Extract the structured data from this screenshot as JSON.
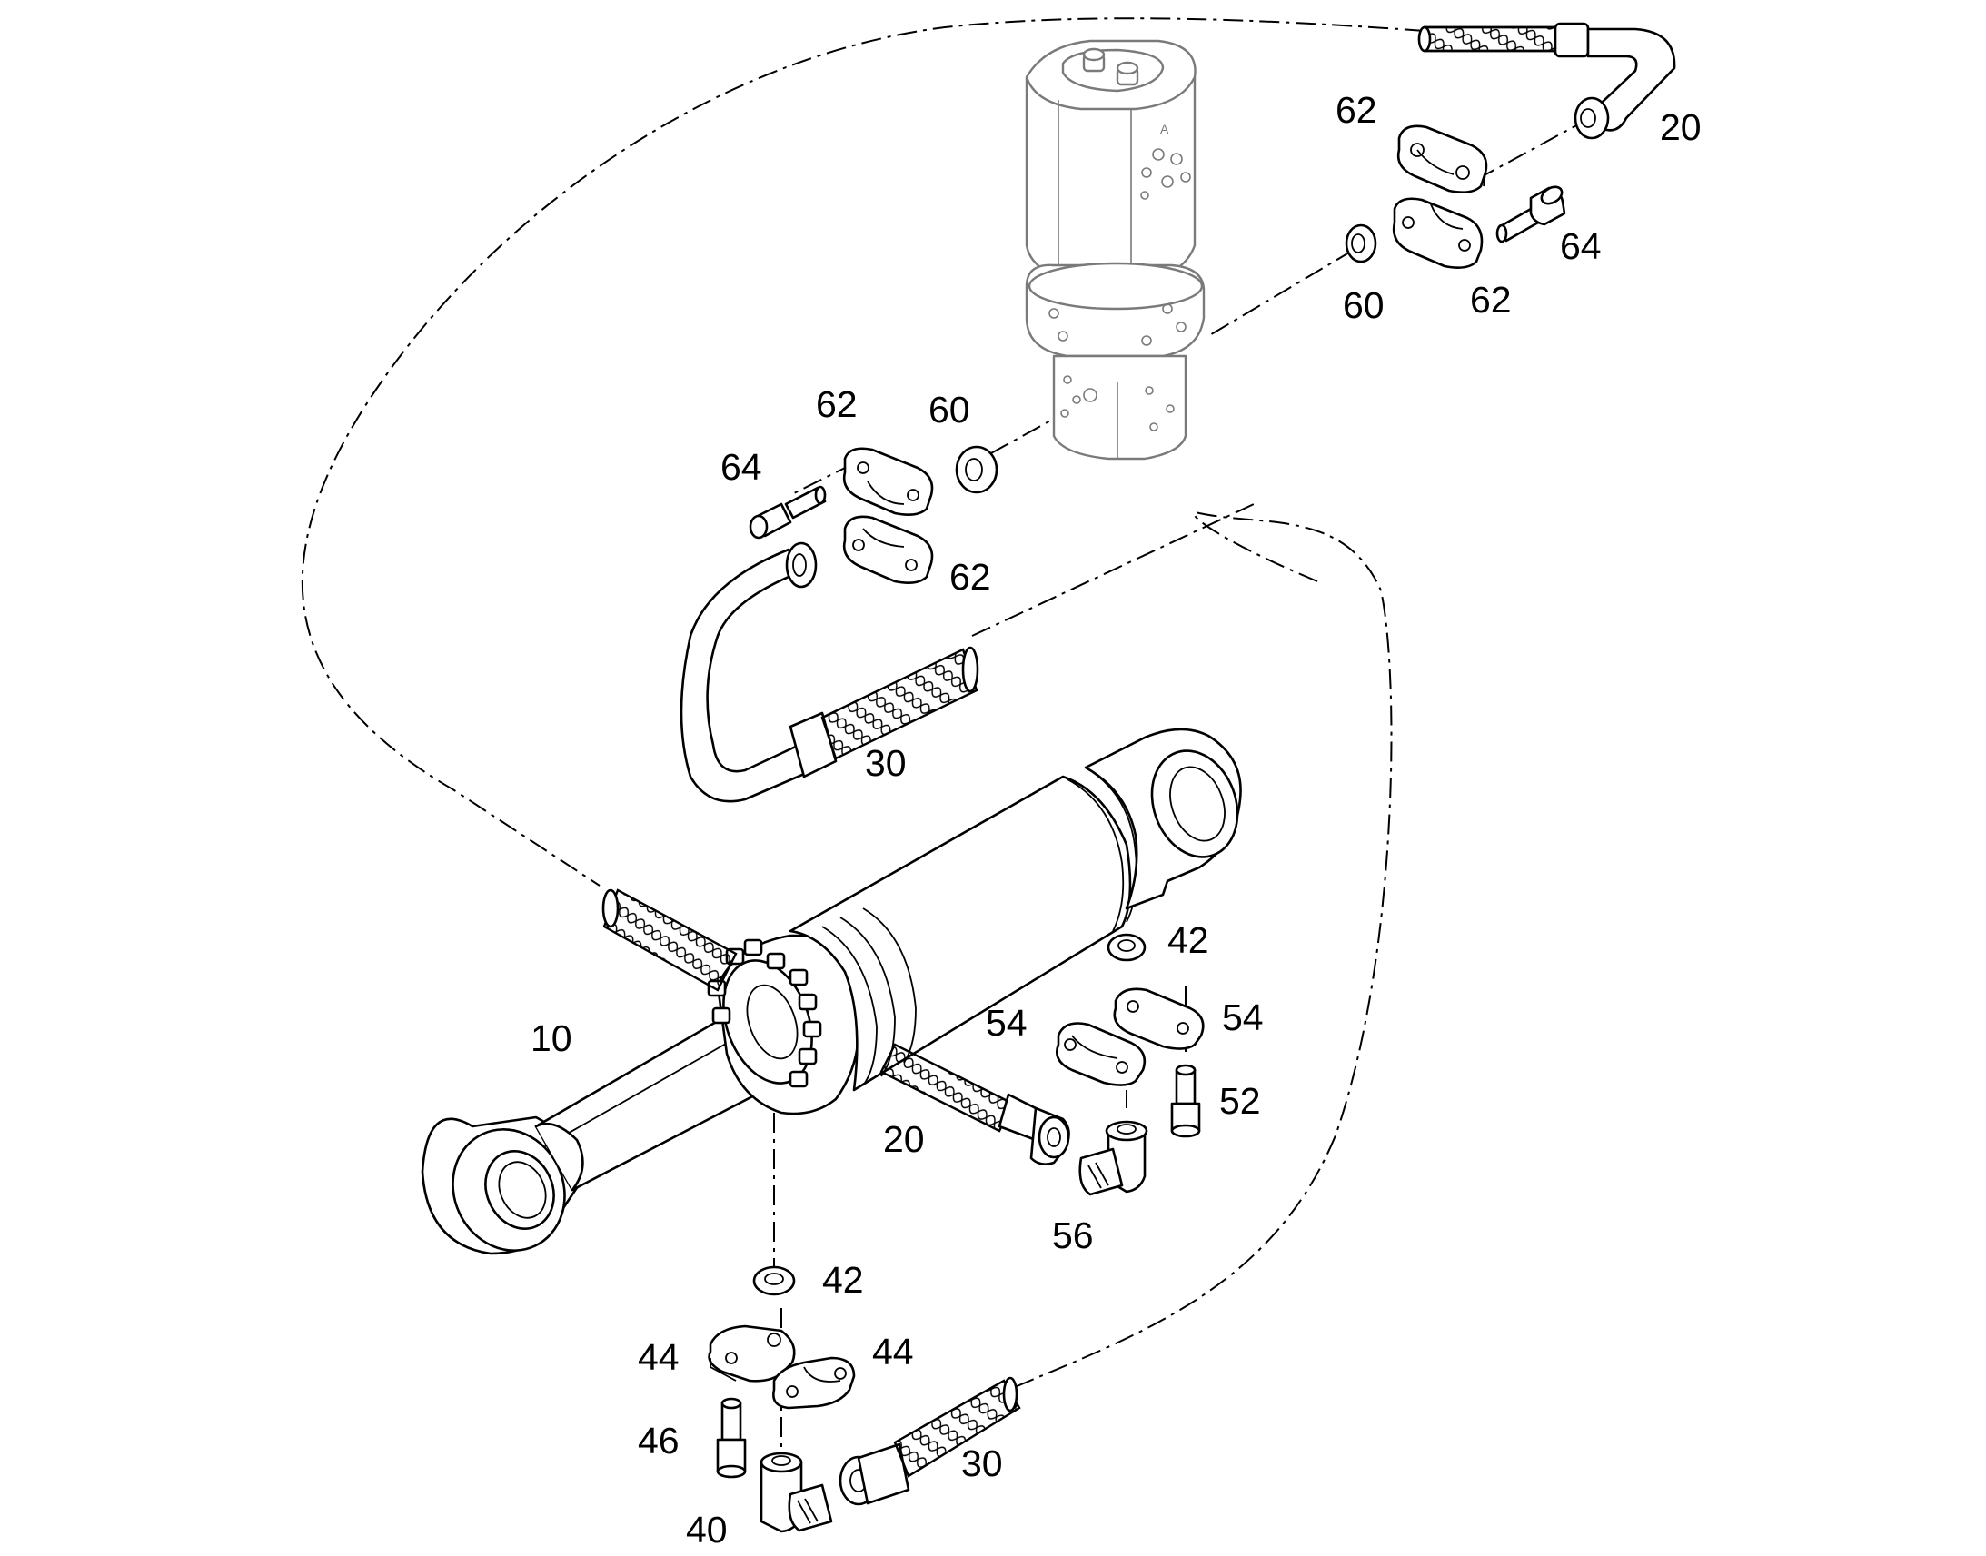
{
  "callouts": {
    "c10": "10",
    "c20_top": "20",
    "c20_mid": "20",
    "c30_mid": "30",
    "c30_bot": "30",
    "c40": "40",
    "c42_right": "42",
    "c42_bot": "42",
    "c44_left": "44",
    "c44_right": "44",
    "c46": "46",
    "c52": "52",
    "c54_left": "54",
    "c54_right": "54",
    "c56": "56",
    "c60_top": "60",
    "c60_mid": "60",
    "c62_a": "62",
    "c62_b": "62",
    "c62_c": "62",
    "c62_d": "62",
    "c64_top": "64",
    "c64_mid": "64",
    "valve_port_mark": "A"
  }
}
